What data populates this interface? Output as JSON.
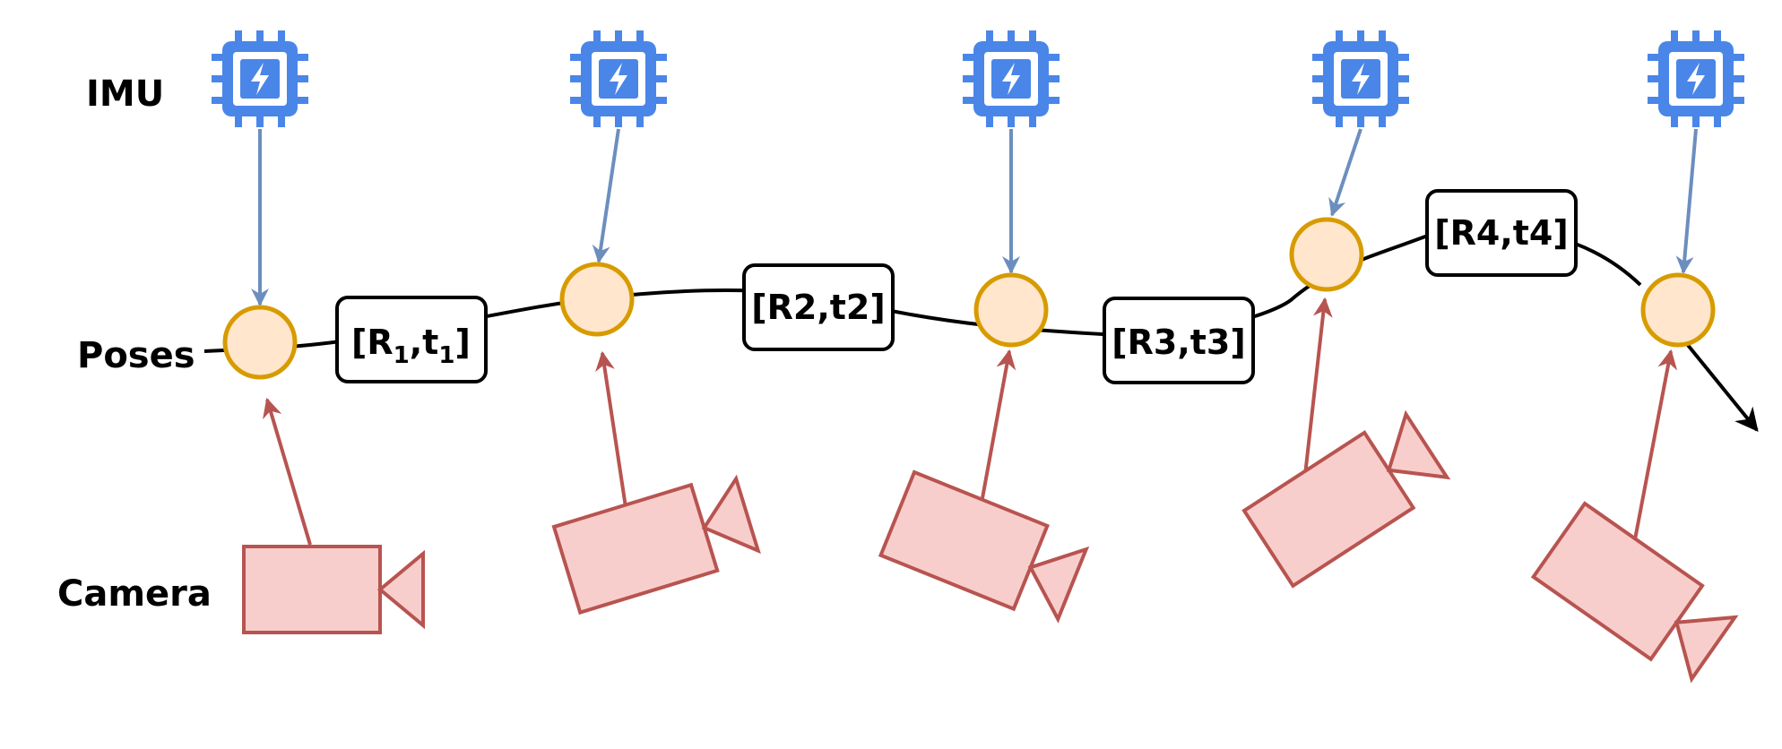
{
  "row_labels": {
    "imu": "IMU",
    "poses": "Poses",
    "camera": "Camera"
  },
  "transforms": [
    {
      "R": "R",
      "R_sub": "1",
      "t": "t",
      "t_sub": "1"
    },
    {
      "text": "[R2,t2]"
    },
    {
      "text": "[R3,t3]"
    },
    {
      "text": "[R4,t4]"
    }
  ],
  "colors": {
    "imu": "#4a86e8",
    "imu_arrow": "#6c8ebf",
    "pose_fill": "#ffe6cc",
    "pose_stroke": "#d79b00",
    "camera_fill": "#f8cecc",
    "camera_stroke": "#b85450",
    "trajectory": "#000000"
  },
  "icons": {
    "imu": "chip-icon",
    "camera": "video-camera-icon",
    "pose": "pose-node"
  }
}
